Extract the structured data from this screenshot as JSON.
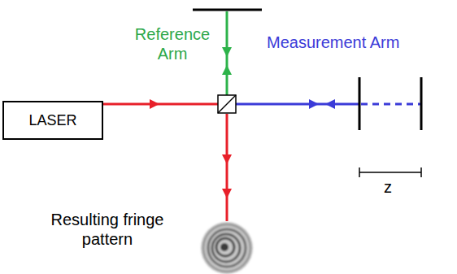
{
  "diagram": {
    "nodes": [
      {
        "text": [
          "LASER"
        ]
      }
    ],
    "labels": [
      "Reference Arm",
      "Measurement Arm",
      "Resulting fringe pattern",
      "z"
    ]
  }
}
